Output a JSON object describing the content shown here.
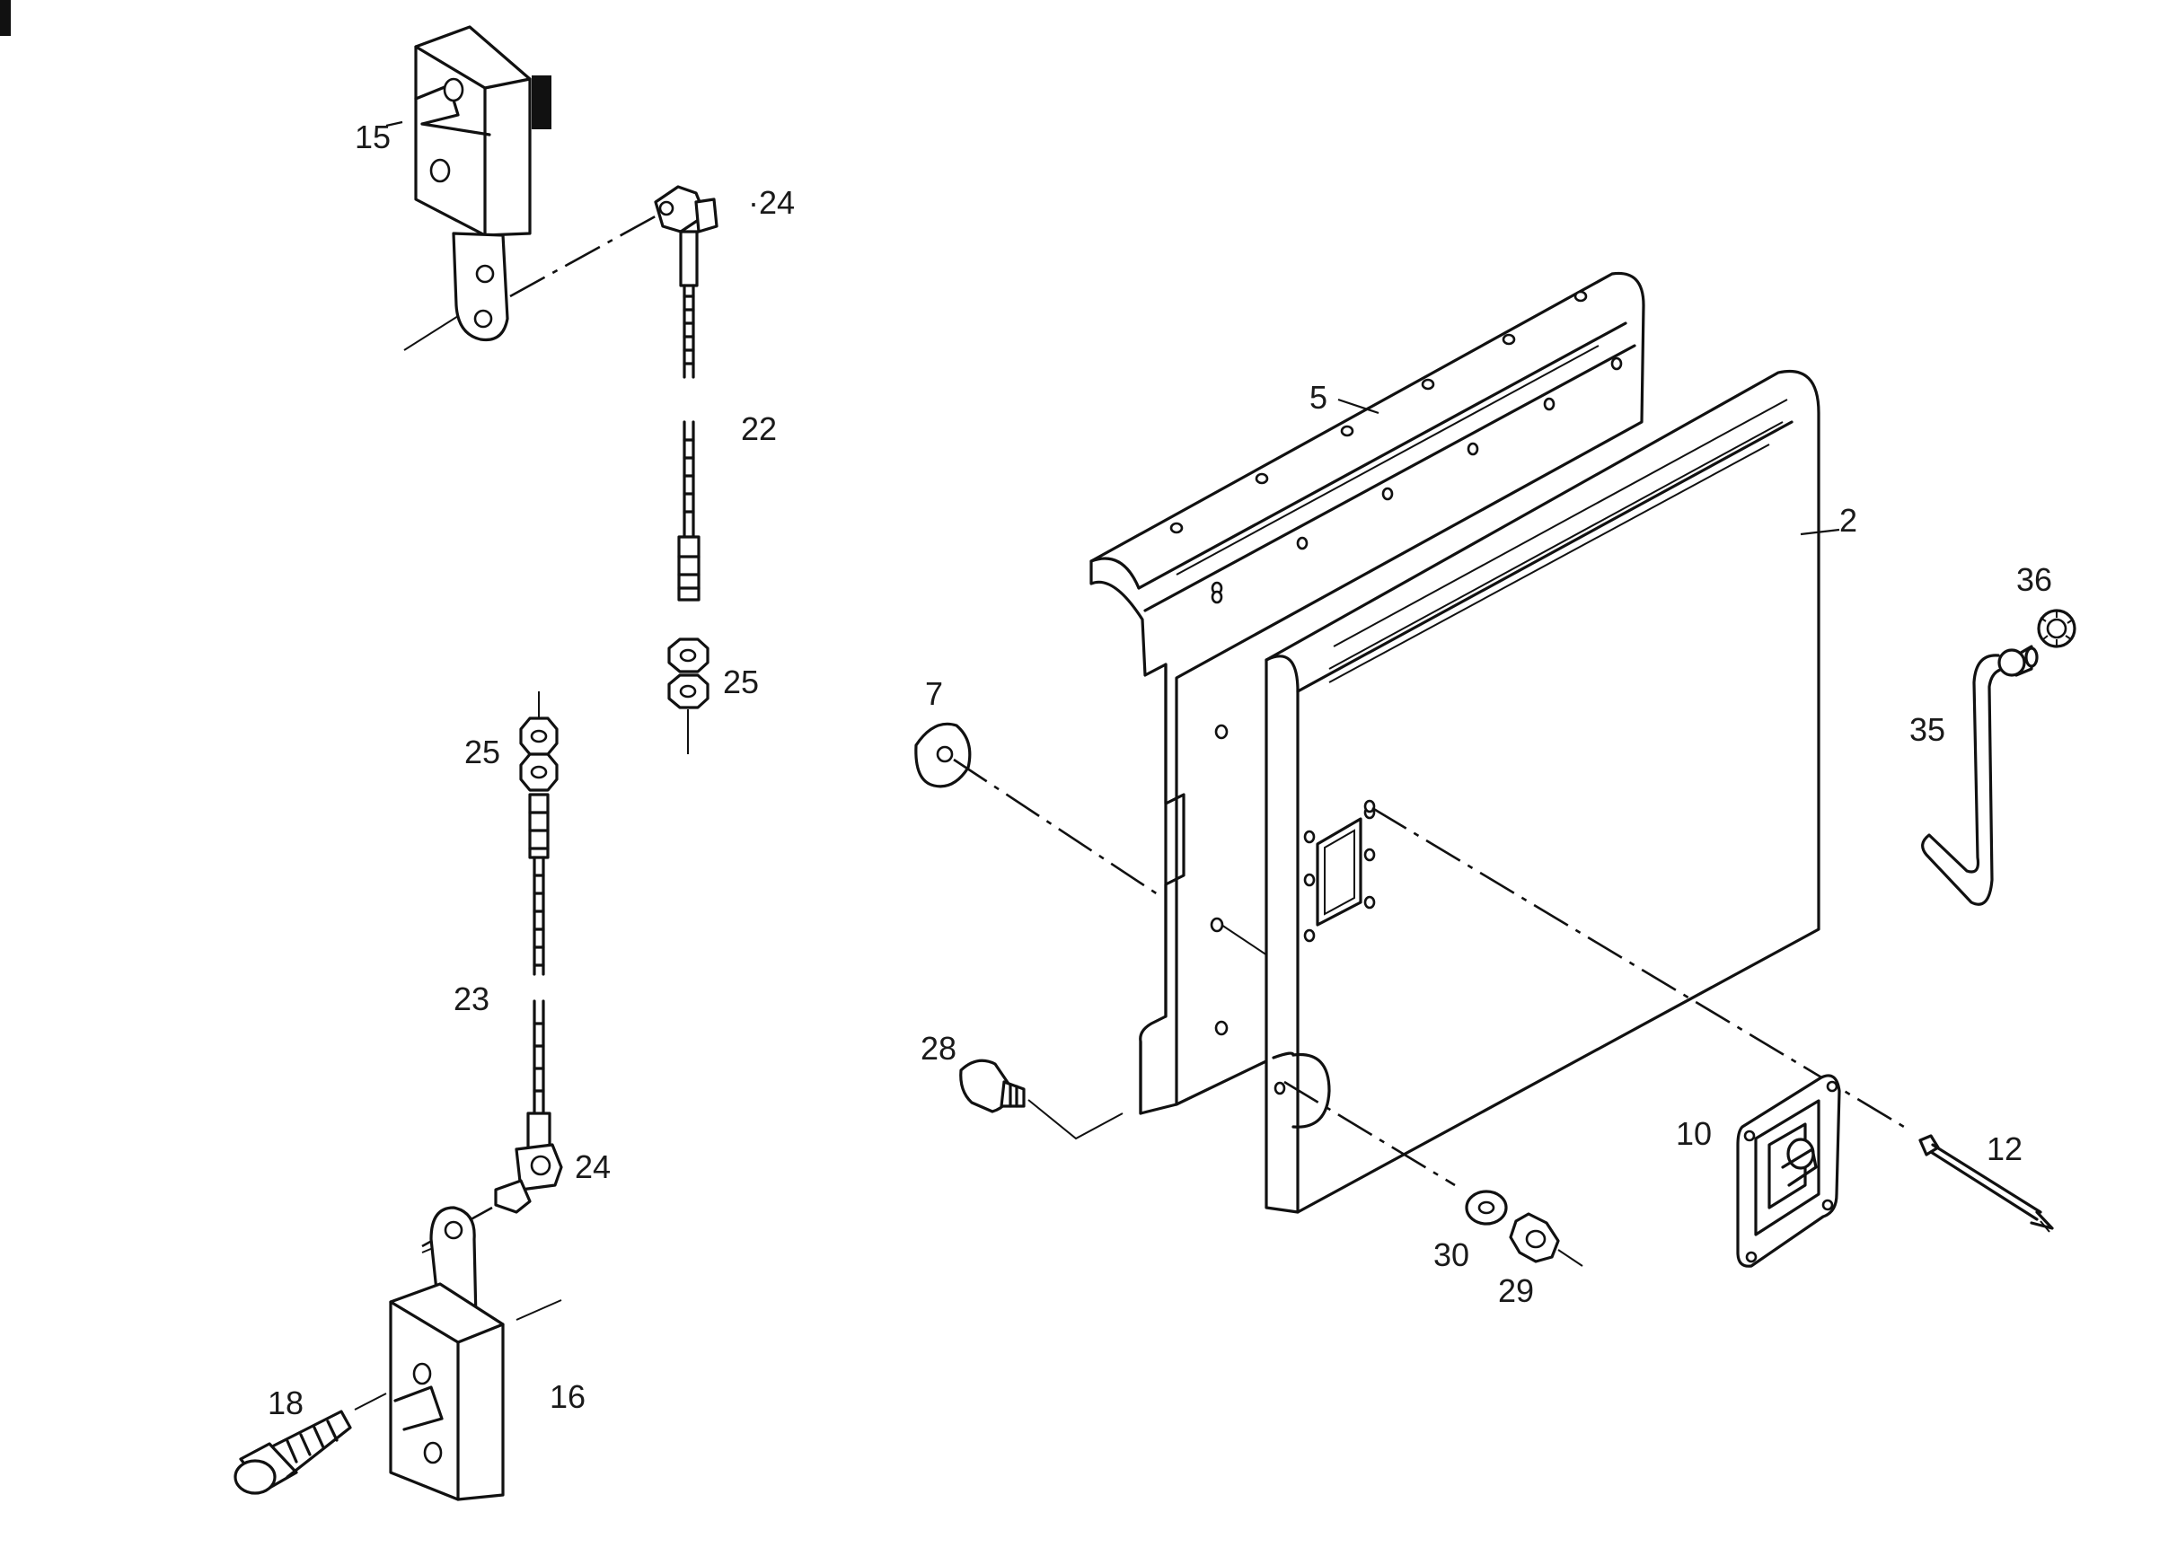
{
  "diagram": {
    "callouts": [
      {
        "id": "15",
        "text": "15"
      },
      {
        "id": "24a",
        "text": "·24"
      },
      {
        "id": "22",
        "text": "22"
      },
      {
        "id": "25a",
        "text": "25"
      },
      {
        "id": "25b",
        "text": "25"
      },
      {
        "id": "23",
        "text": "23"
      },
      {
        "id": "24b",
        "text": "24"
      },
      {
        "id": "18",
        "text": "18"
      },
      {
        "id": "16",
        "text": "16"
      },
      {
        "id": "5",
        "text": "5"
      },
      {
        "id": "2",
        "text": "2"
      },
      {
        "id": "7",
        "text": "7"
      },
      {
        "id": "28",
        "text": "28"
      },
      {
        "id": "30",
        "text": "30"
      },
      {
        "id": "29",
        "text": "29"
      },
      {
        "id": "10",
        "text": "10"
      },
      {
        "id": "12",
        "text": "12"
      },
      {
        "id": "35",
        "text": "35"
      },
      {
        "id": "36",
        "text": "36"
      }
    ]
  }
}
